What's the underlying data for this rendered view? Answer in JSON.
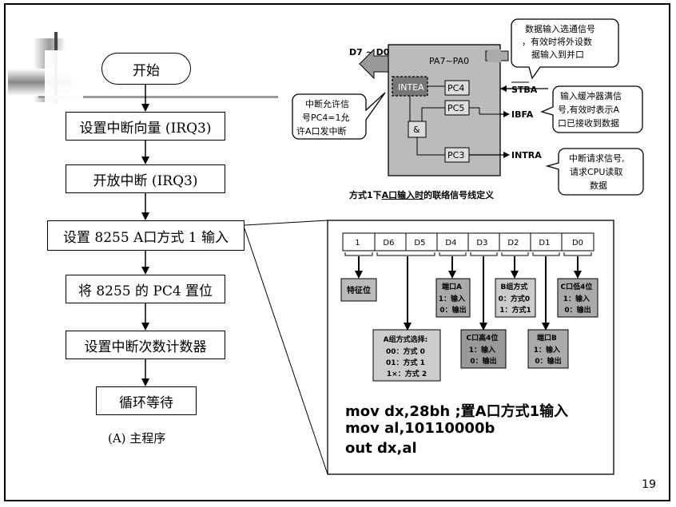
{
  "flowchart": {
    "start": "开始",
    "steps": [
      "设置中断向量 (IRQ3)",
      "开放中断 (IRQ3)",
      "设置 8255 A口方式 1 输入",
      "将 8255 的 PC4 置位",
      "设置中断次数计数器",
      "循环等待"
    ],
    "caption": "(A) 主程序"
  },
  "signal_diagram": {
    "data_bus": "D7 ~ D0",
    "port": "PA7~PA0",
    "inte": "INTEA",
    "pc4": "PC4",
    "pc5": "PC5",
    "pc3": "PC3",
    "and_gate": "&",
    "stb": "STBA",
    "ibf": "IBFA",
    "intr": "INTRA",
    "callout_strobe": [
      "数据输入选通信号",
      "，有效时将外设数",
      "据输入到并口"
    ],
    "callout_ibf": [
      "输入缓冲器满信",
      "号,有效时表示A",
      "口已接收到数据"
    ],
    "callout_intr": [
      "中断请求信号,",
      "请求CPU读取",
      "数据"
    ],
    "callout_inte": [
      "中断允许信",
      "号PC4=1允",
      "许A口发中断"
    ],
    "caption_prefix": "方式1下",
    "caption_underlined": "A口输入时",
    "caption_suffix": "的联络信号线定义"
  },
  "control_word": {
    "bits": [
      "1",
      "D6",
      "D5",
      "D4",
      "D3",
      "D2",
      "D1",
      "D0"
    ],
    "boxes": {
      "feature": "特征位",
      "port_a": [
        "端口A",
        "1：输入",
        "0：输出"
      ],
      "group_b": [
        "B组方式",
        "0：方式0",
        "1：方式1"
      ],
      "c_low": [
        "C口低4位",
        "1：输入",
        "0：输出"
      ],
      "group_a": [
        "A组方式选择:",
        "00：方式 0",
        "01：方式 1",
        "1×：方式  2"
      ],
      "c_high": [
        "C口高4位",
        "1：输入",
        "0：输出"
      ],
      "port_b": [
        "端口B",
        "1：输入",
        "0：输出"
      ]
    }
  },
  "code": [
    "mov dx,28bh ;置A口方式1输入",
    "mov al,10110000b",
    "out dx,al"
  ],
  "page_number": "19"
}
